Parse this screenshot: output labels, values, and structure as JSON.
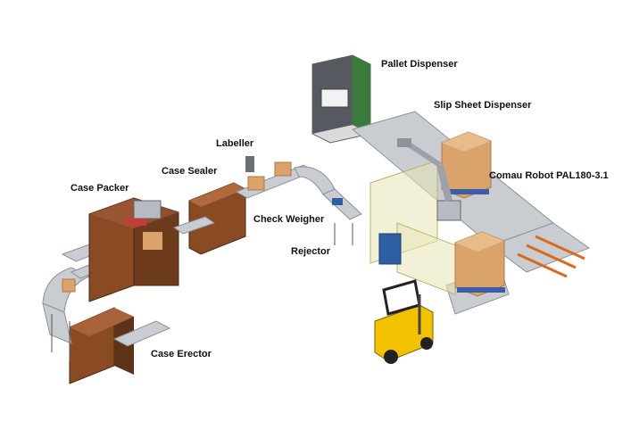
{
  "labels": {
    "pallet_dispenser": "Pallet Dispenser",
    "slip_sheet_dispenser": "Slip Sheet Dispenser",
    "labeller": "Labeller",
    "case_sealer": "Case Sealer",
    "case_packer": "Case Packer",
    "comau_robot": "Comau Robot PAL180-3.1",
    "check_weigher": "Check Weigher",
    "rejector": "Rejector",
    "case_erector": "Case Erector"
  },
  "colors": {
    "conveyor": "#c9cdd2",
    "conveyor_dark": "#8d9298",
    "guard_panel": "#8a4a24",
    "guard_dark": "#5e3218",
    "carton": "#d9a36b",
    "carton_dark": "#b07a45",
    "safety_fence": "#e8e6b8",
    "forklift": "#f2c200",
    "control_panel": "#2f5fa3",
    "pallet_blue": "#3c5ea8",
    "robot": "#b8bcc2",
    "orange_rollers": "#d86a1e"
  }
}
